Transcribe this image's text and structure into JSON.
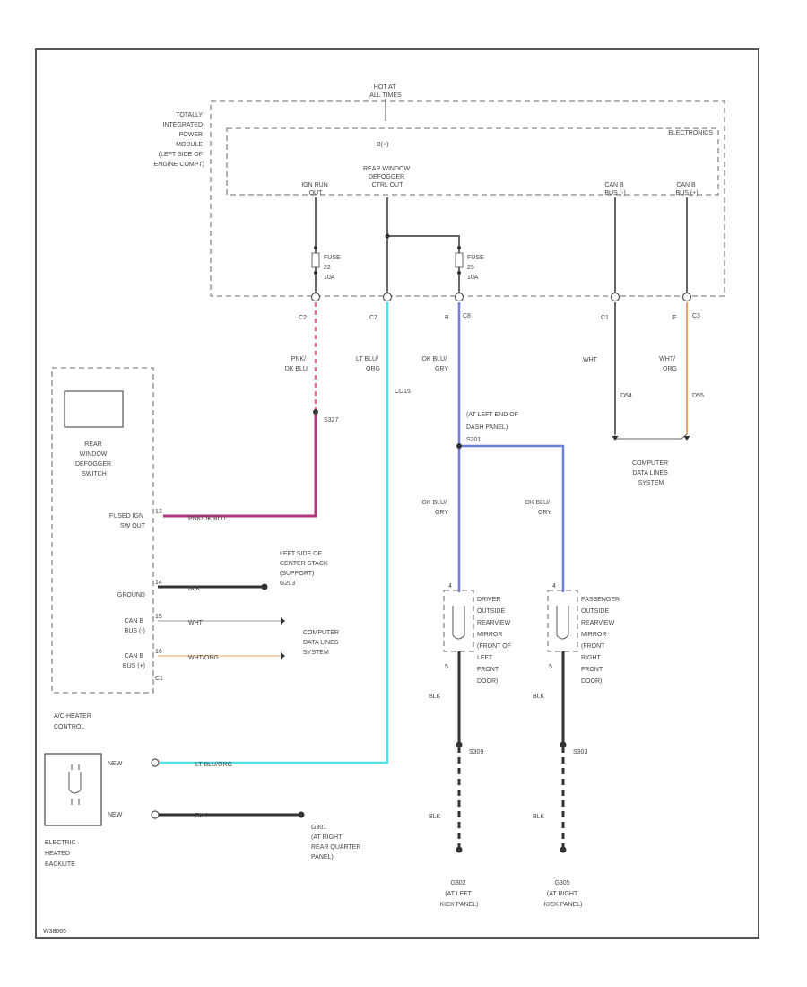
{
  "module": {
    "hot_label": "HOT AT\nALL TIMES",
    "name": "TOTALLY\nINTEGRATED\nPOWER\nMODULE\n(LEFT SIDE OF\nENGINE COMPT)",
    "inner_id": "B(+)",
    "electronics": "ELECTRONICS",
    "out_ign_run": "IGN RUN\nOUT",
    "out_defogger": "REAR WINDOW\nDEFOGGER\nCTRL OUT",
    "can_b_left": "CAN B\nBUS (-)",
    "can_b_right": "CAN B\nBUS (+)",
    "fuse_1": "FUSE\n22\n10A",
    "fuse_2": "FUSE\n25\n10A",
    "pin_c2": "C2",
    "pin_c7": "C7",
    "pin_b": "B",
    "pin_c8": "C8",
    "pin_c1": "C1",
    "pin_e": "E",
    "pin_c3": "C3"
  },
  "wires": {
    "pnk_dkblu": "PNK/\nDK BLU",
    "lt_blu_org": "LT BLU/\nORG",
    "dk_blu_gry": "DK BLU/\nGRY",
    "wht": "WHT",
    "wht_org": "WHT/\nORG",
    "circuit_cd15": "CD15",
    "circuit_d54": "D54",
    "circuit_d55": "D55",
    "splice_s327": "S327",
    "splice_s301": "S301",
    "splice_loc": "(AT LEFT END OF\nDASH PANEL)",
    "dk_blu_gry_left": "DK BLU/\nGRY",
    "dk_blu_gry_right": "DK BLU/\nGRY",
    "pnk_dk_blu_h": "PNK/DK BLU",
    "blk_ground": "BLK",
    "wht_canb": "WHT",
    "wht_org_canb": "WHT/ORG",
    "lt_blu_org_h": "LT BLU/ORG",
    "blk_backlite": "BLK",
    "blk_left_1": "BLK",
    "blk_left_2": "BLK",
    "blk_right_1": "BLK",
    "blk_right_2": "BLK"
  },
  "computer_data_top": "COMPUTER\nDATA LINES\nSYSTEM",
  "switch": {
    "name": "REAR\nWINDOW\nDEFOGGER\nSWITCH",
    "fused_ign": "FUSED IGN\nSW OUT",
    "ground": "GROUND",
    "can_b_minus": "CAN B\nBUS (-)",
    "can_b_plus": "CAN B\nBUS (+)",
    "pin_fused": "13",
    "pin_ground": "14",
    "pin_canm": "15",
    "pin_canp": "16",
    "pin_c1": "C1",
    "ground_loc": "LEFT SIDE OF\nCENTER STACK\n(SUPPORT)\nG203",
    "computer_data": "COMPUTER\nDATA LINES\nSYSTEM",
    "control": "A/C-HEATER\nCONTROL"
  },
  "mirror_left": {
    "name": "DRIVER\nOUTSIDE\nREARVIEW\nMIRROR\n(FRONT OF\nLEFT\nFRONT\nDOOR)",
    "pin_top": "4",
    "pin_bottom": "5",
    "splice": "S309",
    "ground": "G302\n(AT LEFT\nKICK PANEL)"
  },
  "mirror_right": {
    "name": "PASSENGER\nOUTSIDE\nREARVIEW\nMIRROR\n(FRONT\nRIGHT\nFRONT\nDOOR)",
    "pin_top": "4",
    "pin_bottom": "5",
    "splice": "S303",
    "ground": "G305\n(AT RIGHT\nKICK PANEL)"
  },
  "backlite": {
    "name": "ELECTRIC\nHEATED\nBACKLITE",
    "term_top": "NEW",
    "term_bottom": "NEW",
    "ground": "G301\n(AT RIGHT\nREAR QUARTER\nPANEL)"
  },
  "footer_id": "W38665",
  "colors": {
    "pink": "#f06a8a",
    "purple": "#b0347e",
    "cyan": "#4fe0ee",
    "blue": "#6e7fd6",
    "orange": "#e8a468",
    "peach": "#f0c49a",
    "green": "#7ccf7a"
  }
}
